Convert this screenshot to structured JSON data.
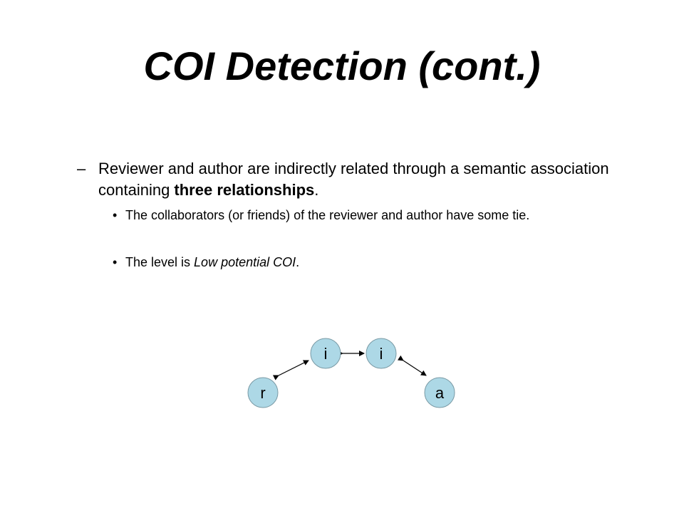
{
  "slide": {
    "title": "COI Detection (cont.)",
    "bullet_marker_l1": "–",
    "bullet_marker_l2": "•",
    "main_bullet": {
      "before": "Reviewer and author are indirectly related through a semantic association containing ",
      "bold": "three relationships",
      "after": "."
    },
    "sub_bullets": [
      {
        "text": "The collaborators (or friends) of the reviewer and author have some tie."
      },
      {
        "before": "The level is ",
        "italic": "Low potential COI",
        "after": "."
      }
    ]
  },
  "diagram": {
    "node_fill": "#add8e6",
    "node_stroke": "#7a9aa5",
    "arrow_color": "#000000",
    "nodes": [
      {
        "label": "r"
      },
      {
        "label": "i"
      },
      {
        "label": "i"
      },
      {
        "label": "a"
      }
    ]
  }
}
